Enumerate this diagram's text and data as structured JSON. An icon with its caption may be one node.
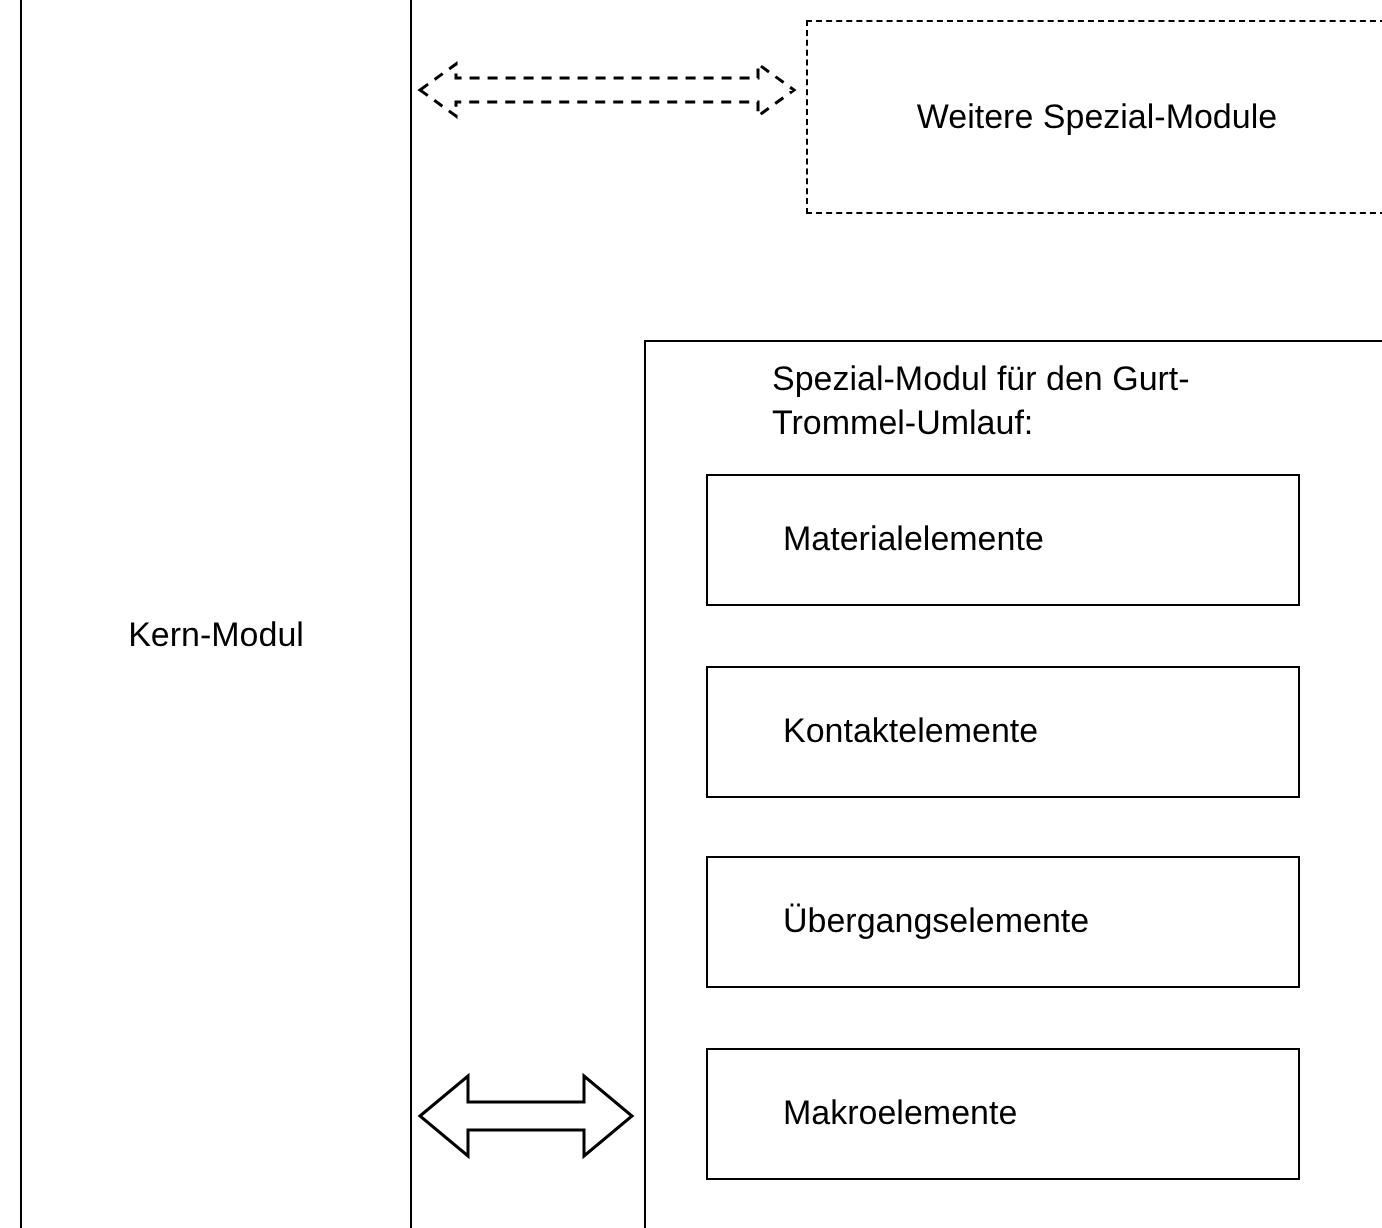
{
  "diagram": {
    "nodes": [
      {
        "text": [
          "Kern-Modul"
        ]
      },
      {
        "text": [
          "Weitere Spezial-Module"
        ]
      },
      {
        "text": [
          "Spezial-Modul für den Gurt-Trommel-Umlauf:"
        ]
      },
      {
        "text": [
          "Materialelemente"
        ],
        "in": 2
      },
      {
        "text": [
          "Kontaktelemente"
        ],
        "in": 2
      },
      {
        "text": [
          "Übergangselemente"
        ],
        "in": 2
      },
      {
        "text": [
          "Makroelemente"
        ],
        "in": 2
      }
    ],
    "edges": [
      {
        "from": 0,
        "to": 1,
        "arrow": "both",
        "style": "dashed"
      },
      {
        "from": 0,
        "to": 2,
        "arrow": "both"
      }
    ]
  }
}
